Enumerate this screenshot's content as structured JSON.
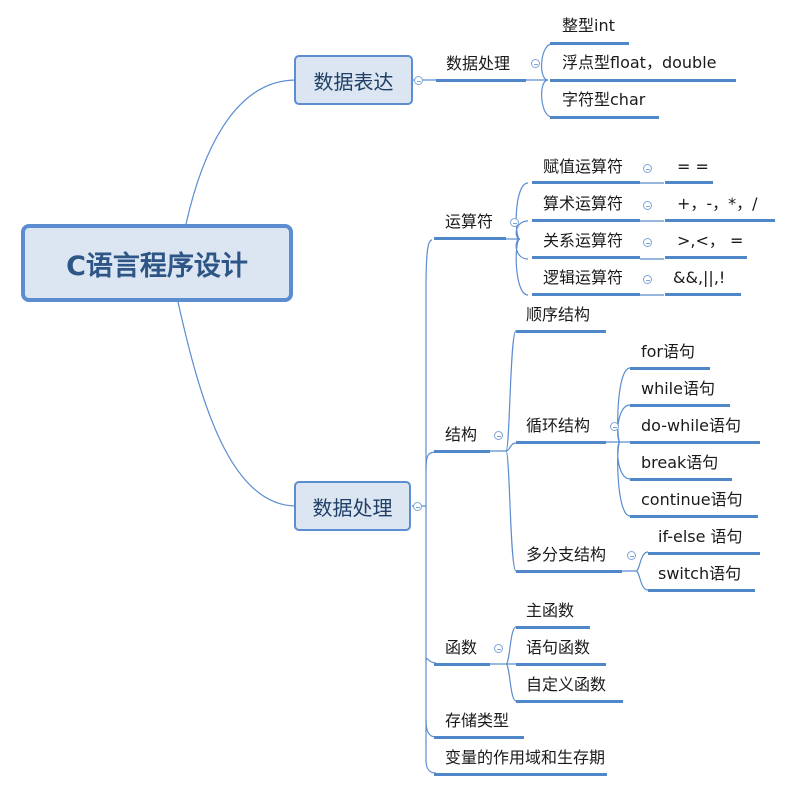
{
  "theme": {
    "accent": "#4f87c9",
    "node_fill": "#dce6f2",
    "node_border": "#5b8dd0",
    "root_text": "#2d5586"
  },
  "root": {
    "label": "C语言程序设计"
  },
  "branches": [
    {
      "label": "数据表达",
      "children": [
        {
          "label": "数据处理",
          "children": [
            {
              "label": "整型int"
            },
            {
              "label": "浮点型float，double"
            },
            {
              "label": "字符型char"
            }
          ]
        }
      ]
    },
    {
      "label": "数据处理",
      "children": [
        {
          "label": "运算符",
          "children": [
            {
              "label": "赋值运算符",
              "children": [
                {
                  "label": "= ="
                }
              ]
            },
            {
              "label": "算术运算符",
              "children": [
                {
                  "label": "+，-，*，/"
                }
              ]
            },
            {
              "label": "关系运算符",
              "children": [
                {
                  "label": ">,<， ="
                }
              ]
            },
            {
              "label": "逻辑运算符",
              "children": [
                {
                  "label": "&&,||,!"
                }
              ]
            }
          ]
        },
        {
          "label": "结构",
          "children": [
            {
              "label": "顺序结构"
            },
            {
              "label": "循环结构",
              "children": [
                {
                  "label": "for语句"
                },
                {
                  "label": "while语句"
                },
                {
                  "label": "do-while语句"
                },
                {
                  "label": "break语句"
                },
                {
                  "label": "continue语句"
                }
              ]
            },
            {
              "label": "多分支结构",
              "children": [
                {
                  "label": "if-else 语句"
                },
                {
                  "label": "switch语句"
                }
              ]
            }
          ]
        },
        {
          "label": "函数",
          "children": [
            {
              "label": "主函数"
            },
            {
              "label": "语句函数"
            },
            {
              "label": "自定义函数"
            }
          ]
        },
        {
          "label": "存储类型"
        },
        {
          "label": "变量的作用域和生存期"
        }
      ]
    }
  ]
}
